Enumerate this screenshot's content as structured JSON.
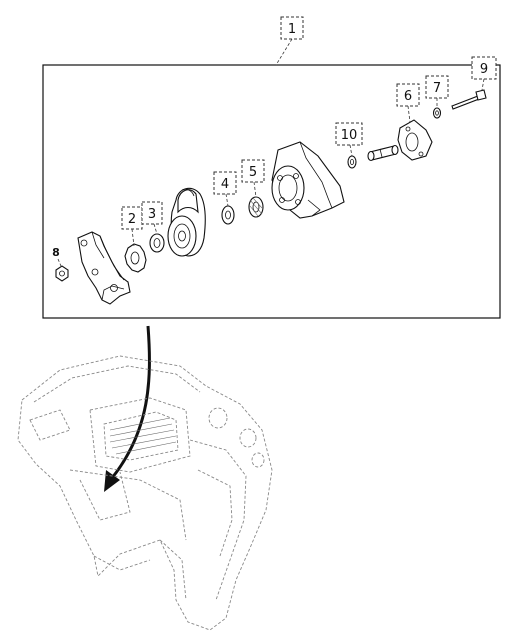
{
  "assembly_callout": "1",
  "parts": [
    {
      "id": "p2",
      "label": "2",
      "boxed": true
    },
    {
      "id": "p3",
      "label": "3",
      "boxed": true
    },
    {
      "id": "p4",
      "label": "4",
      "boxed": true
    },
    {
      "id": "p5",
      "label": "5",
      "boxed": true
    },
    {
      "id": "p6",
      "label": "6",
      "boxed": true
    },
    {
      "id": "p7",
      "label": "7",
      "boxed": true
    },
    {
      "id": "p8",
      "label": "8",
      "boxed": false
    },
    {
      "id": "p9",
      "label": "9",
      "boxed": true
    },
    {
      "id": "p10",
      "label": "10",
      "boxed": true
    }
  ]
}
